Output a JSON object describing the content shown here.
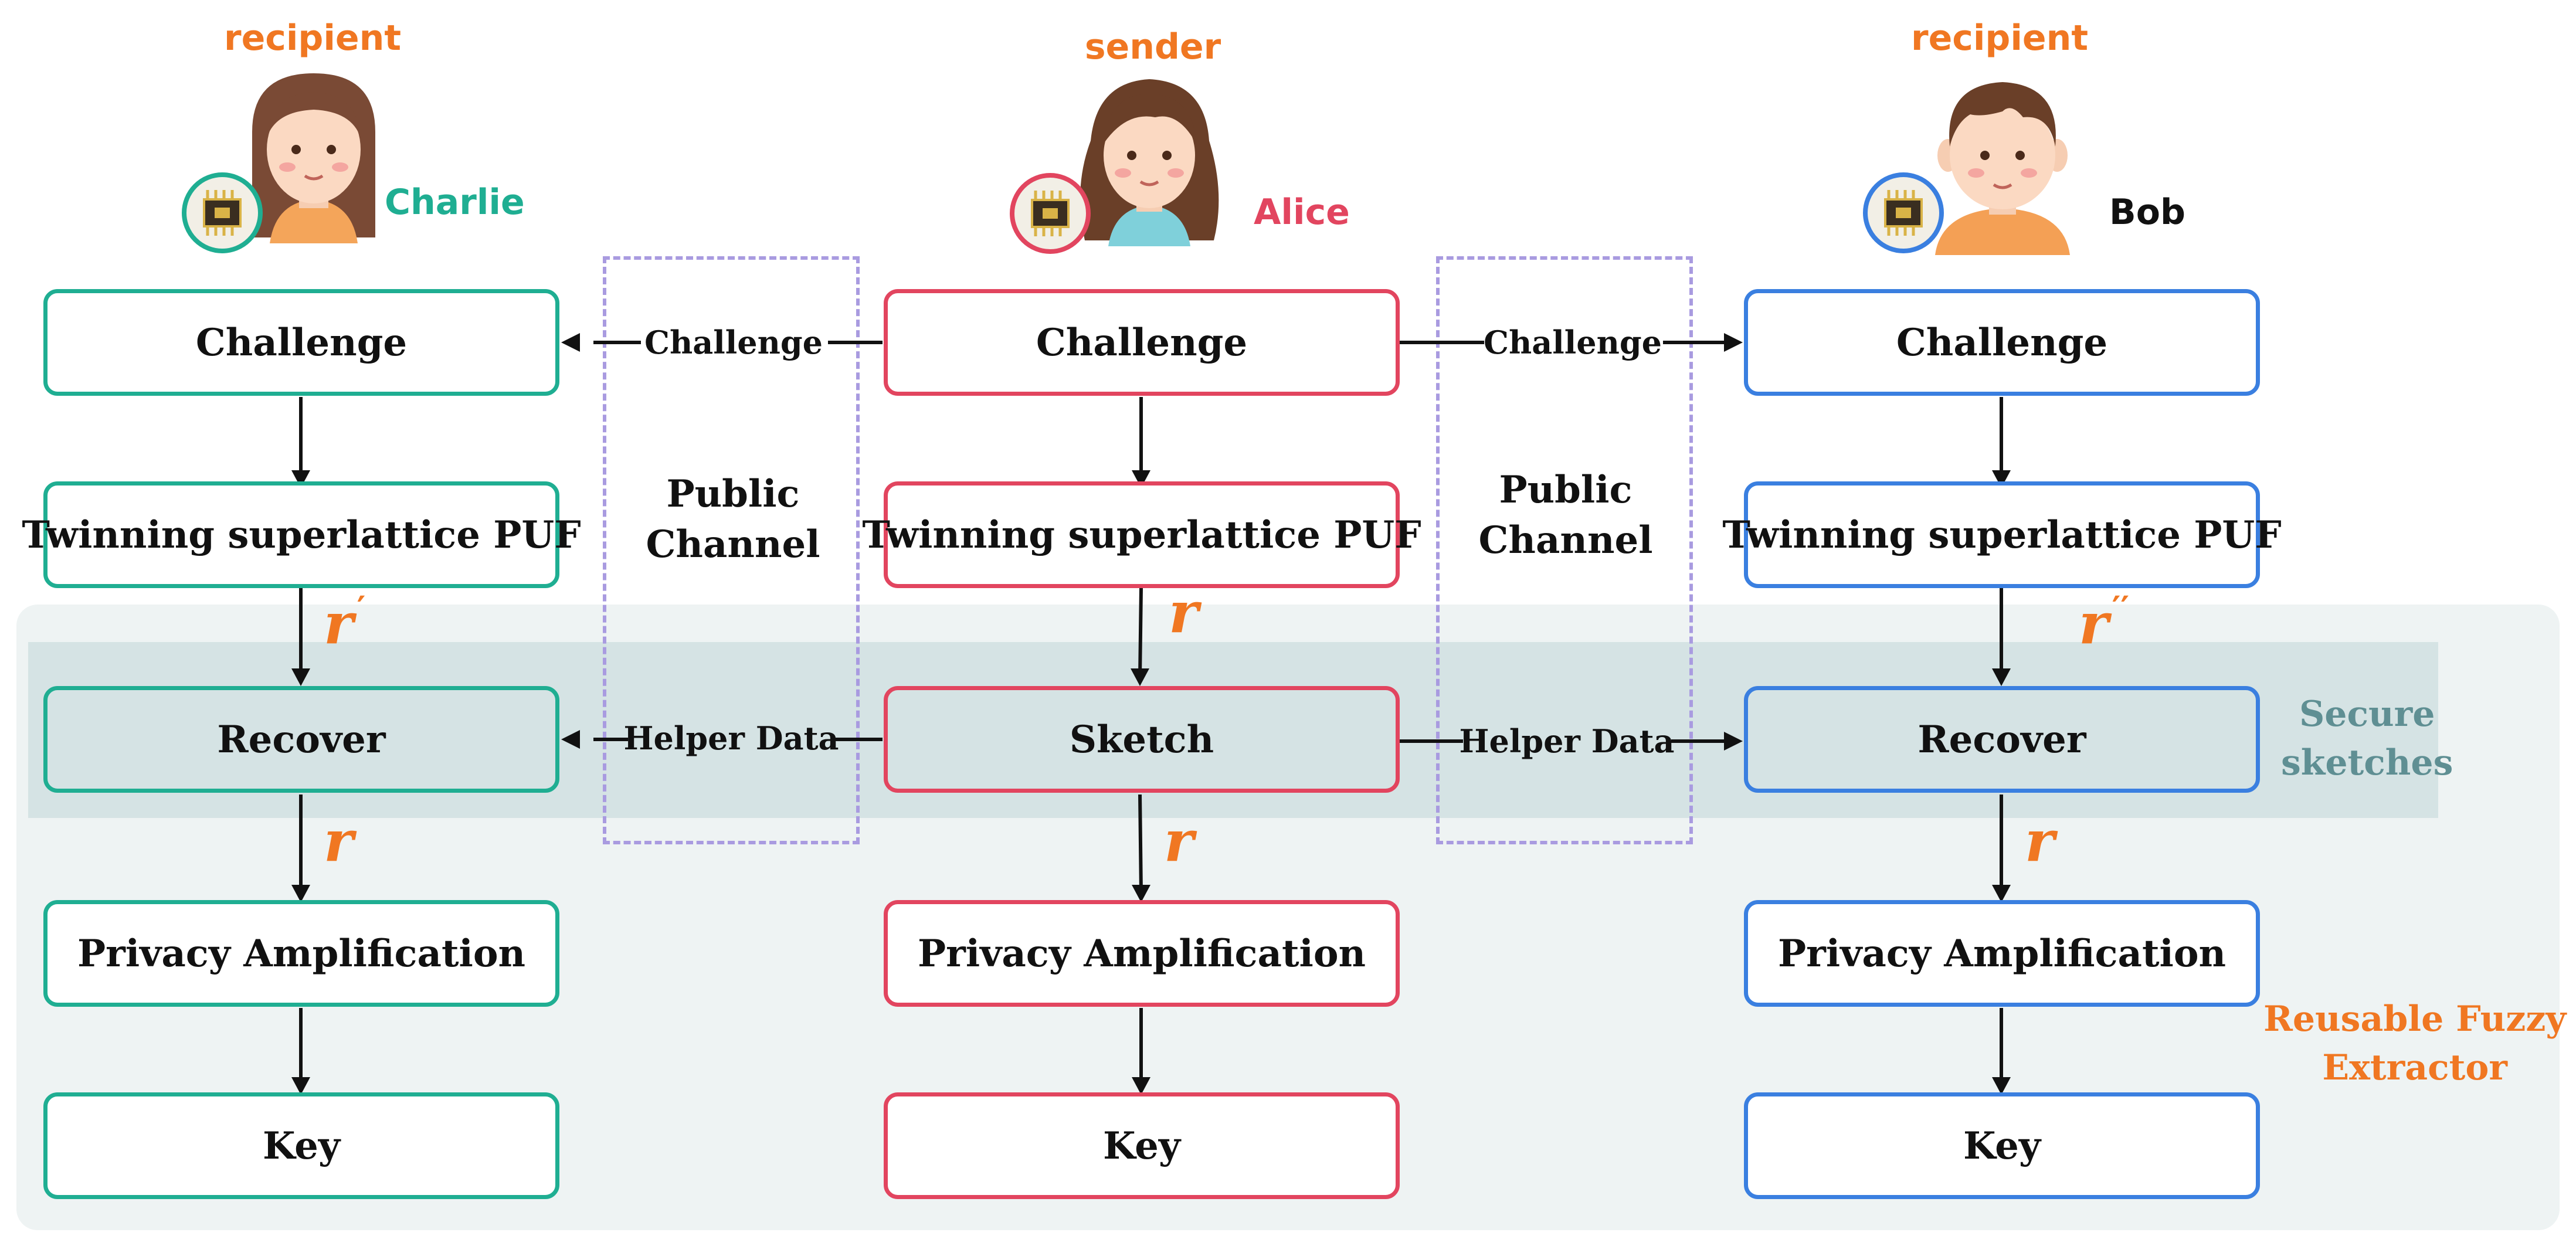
{
  "people": {
    "charlie": {
      "role": "recipient",
      "name": "Charlie",
      "name_color": "#1fae92",
      "role_color": "#f07722",
      "badge_color": "#1fae92",
      "avatar": "girl-avatar-icon"
    },
    "alice": {
      "role": "sender",
      "name": "Alice",
      "name_color": "#e2455f",
      "role_color": "#f07722",
      "badge_color": "#e2455f",
      "avatar": "long-hair-girl-avatar-icon"
    },
    "bob": {
      "role": "recipient",
      "name": "Bob",
      "name_color": "#111111",
      "role_color": "#f07722",
      "badge_color": "#3a7fe0",
      "avatar": "boy-avatar-icon"
    }
  },
  "columns": {
    "charlie": {
      "challenge": "Challenge",
      "puf": "Twinning superlattice PUF",
      "recover": "Recover",
      "privacy": "Privacy Amplification",
      "key": "Key",
      "r_after_puf": "r",
      "r_after_puf_prime": "′",
      "r_after_recover": "r"
    },
    "alice": {
      "challenge": "Challenge",
      "puf": "Twinning superlattice PUF",
      "sketch": "Sketch",
      "privacy": "Privacy Amplification",
      "key": "Key",
      "r_after_puf": "r",
      "r_after_sketch": "r"
    },
    "bob": {
      "challenge": "Challenge",
      "puf": "Twinning superlattice PUF",
      "recover": "Recover",
      "privacy": "Privacy Amplification",
      "key": "Key",
      "r_after_puf": "r",
      "r_after_puf_prime": "′′",
      "r_after_recover": "r"
    }
  },
  "channels": {
    "left": {
      "line1": "Public",
      "line2": "Channel",
      "challenge_label": "Challenge",
      "helper_label": "Helper Data"
    },
    "right": {
      "line1": "Public",
      "line2": "Channel",
      "challenge_label": "Challenge",
      "helper_label": "Helper Data"
    }
  },
  "zones": {
    "secure_sketches": {
      "line1": "Secure",
      "line2": "sketches",
      "color": "#5f8f93"
    },
    "fuzzy_extractor": {
      "line1": "Reusable Fuzzy",
      "line2": "Extractor",
      "color": "#f07722"
    }
  },
  "chip_icon": "chip-icon"
}
